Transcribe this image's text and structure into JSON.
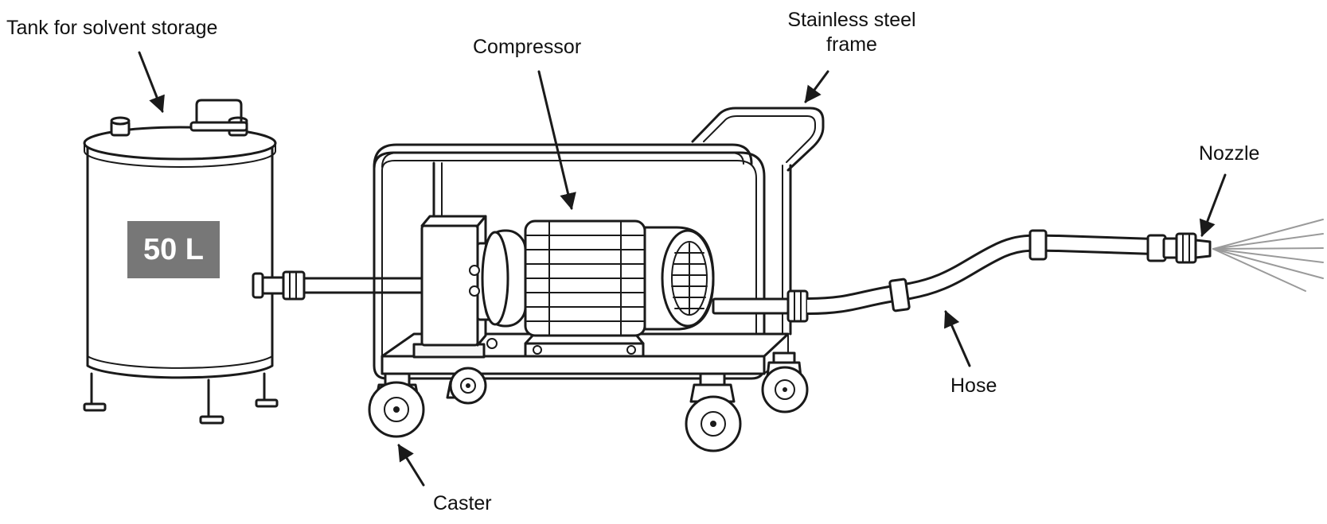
{
  "labels": {
    "tank": "Tank for solvent storage",
    "compressor": "Compressor",
    "frame_line1": "Stainless steel",
    "frame_line2": "frame",
    "nozzle": "Nozzle",
    "hose": "Hose",
    "caster": "Caster"
  },
  "tank": {
    "volume_label": "50 L"
  },
  "colors": {
    "stroke": "#1a1a1a",
    "volume_badge": "#777777",
    "spray": "#9a9a9a"
  }
}
